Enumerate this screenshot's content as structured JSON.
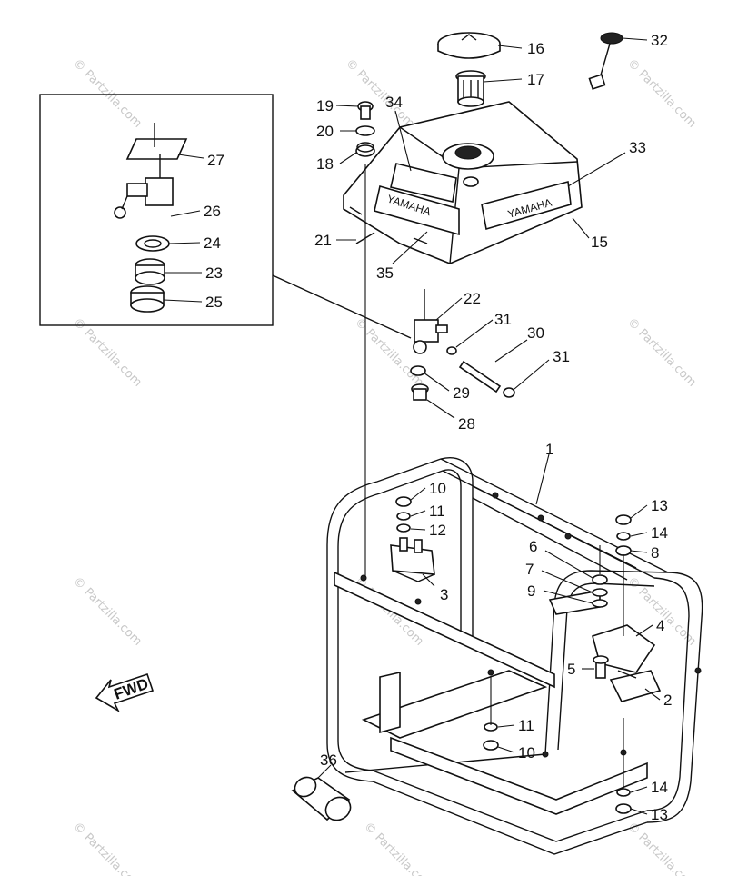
{
  "watermark": "© Partzilla.com",
  "fwd_label": "FWD",
  "tank_brand": "YAMAHA",
  "tank_brand_small": "YAMAHA",
  "callouts": {
    "c1": "1",
    "c2": "2",
    "c3": "3",
    "c4": "4",
    "c5": "5",
    "c6": "6",
    "c7": "7",
    "c8": "8",
    "c9": "9",
    "c10a": "10",
    "c10b": "10",
    "c11a": "11",
    "c11b": "11",
    "c12": "12",
    "c13a": "13",
    "c13b": "13",
    "c14a": "14",
    "c14b": "14",
    "c15": "15",
    "c16": "16",
    "c17": "17",
    "c18": "18",
    "c19": "19",
    "c20": "20",
    "c21": "21",
    "c22": "22",
    "c23": "23",
    "c24": "24",
    "c25": "25",
    "c26": "26",
    "c27": "27",
    "c28": "28",
    "c29": "29",
    "c30": "30",
    "c31a": "31",
    "c31b": "31",
    "c32": "32",
    "c33": "33",
    "c34": "34",
    "c35": "35",
    "c36": "36"
  }
}
